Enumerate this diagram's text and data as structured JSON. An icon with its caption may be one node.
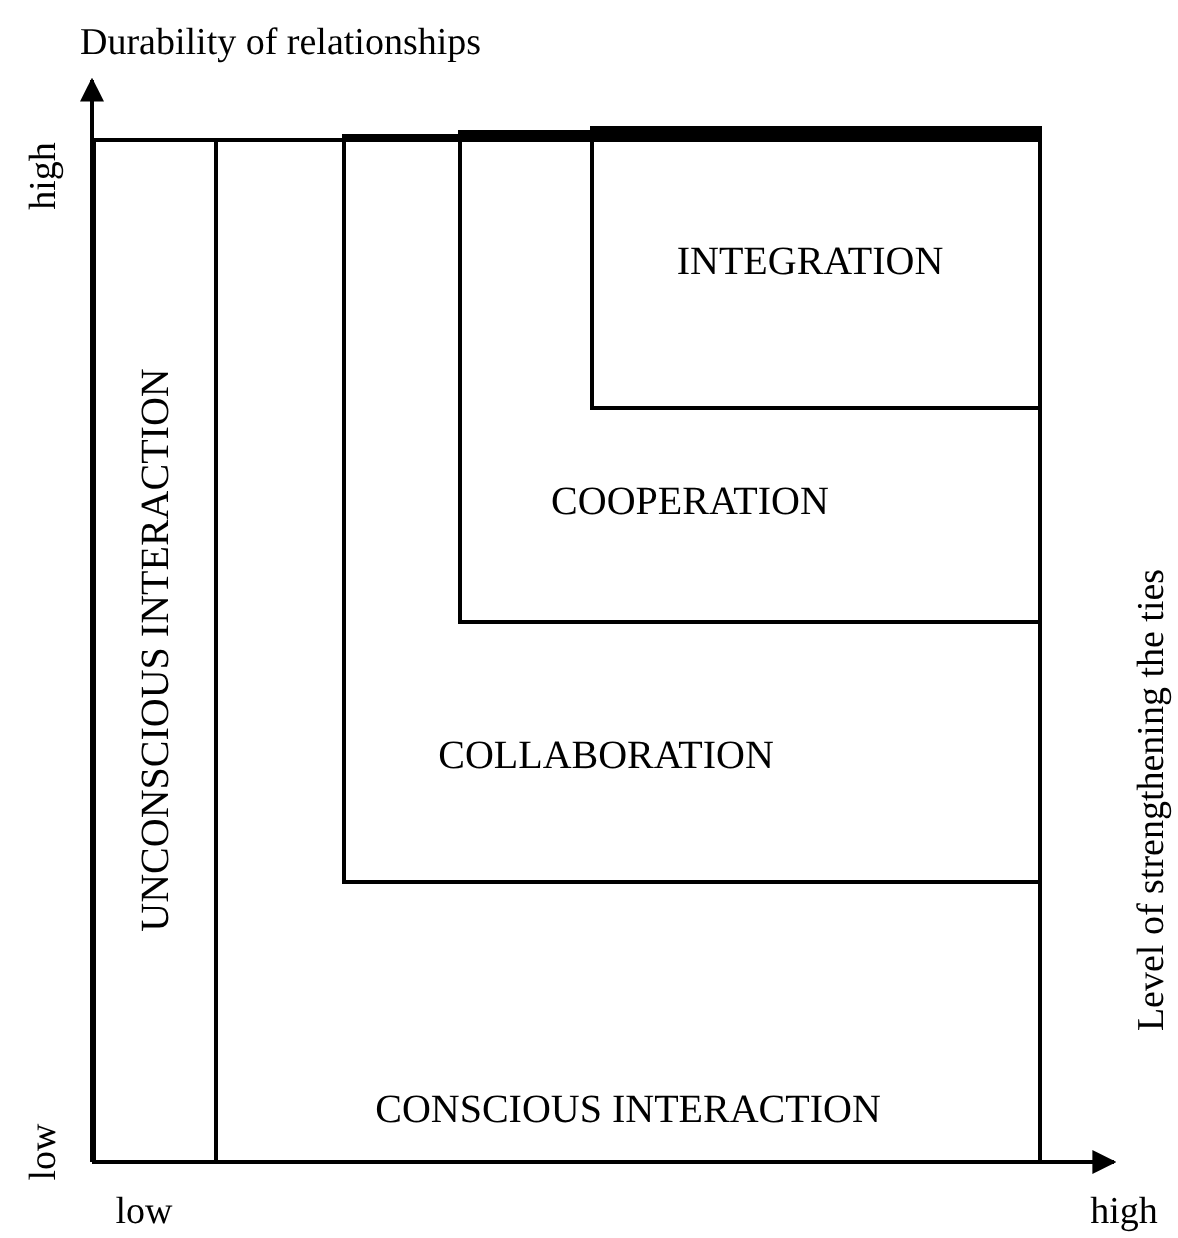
{
  "diagram": {
    "nodes": [
      {
        "text": [
          "UNCONSCIOUS INTERACTION"
        ]
      },
      {
        "text": [
          "CONSCIOUS INTERACTION"
        ]
      },
      {
        "text": [
          "COLLABORATION"
        ],
        "in": 1
      },
      {
        "text": [
          "COOPERATION"
        ],
        "in": 2
      },
      {
        "text": [
          "INTEGRATION"
        ],
        "in": 3
      }
    ],
    "labels": [
      "Durability of relationships",
      "high",
      "Level of strengthening the ties",
      "low",
      "low",
      "high"
    ]
  }
}
